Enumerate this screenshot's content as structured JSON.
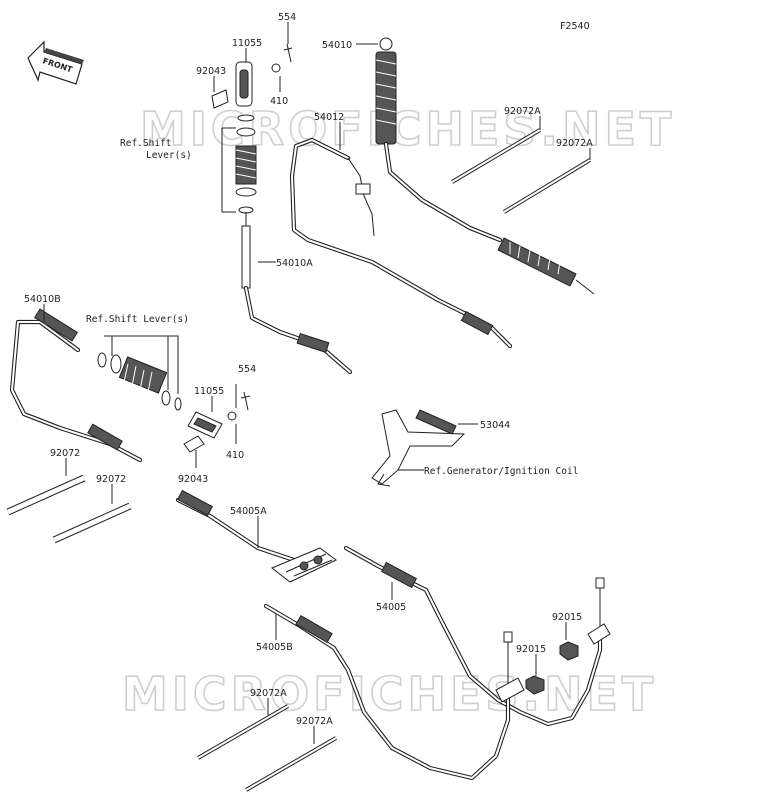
{
  "figure_code": "F2540",
  "front_arrow_label": "FRONT",
  "watermark_top": "MICROFICHES.NET",
  "watermark_bottom": "MICROFICHES.NET",
  "labels": {
    "p554_top": "554",
    "p11055_top": "11055",
    "p92043_top": "92043",
    "p410_top": "410",
    "p54010": "54010",
    "p92072A_1": "92072A",
    "p92072A_2": "92072A",
    "p54012": "54012",
    "ref_shift_top_1": "Ref.Shift",
    "ref_shift_top_2": "Lever(s)",
    "p54010A": "54010A",
    "p54010B": "54010B",
    "ref_shift_mid": "Ref.Shift Lever(s)",
    "p554_mid": "554",
    "p11055_mid": "11055",
    "p410_mid": "410",
    "p92043_mid": "92043",
    "p53044": "53044",
    "ref_generator": "Ref.Generator/Ignition Coil",
    "p92072_1": "92072",
    "p92072_2": "92072",
    "p54005A": "54005A",
    "p54005": "54005",
    "p92015_1": "92015",
    "p92015_2": "92015",
    "p54005B": "54005B",
    "p92072A_3": "92072A",
    "p92072A_4": "92072A"
  }
}
